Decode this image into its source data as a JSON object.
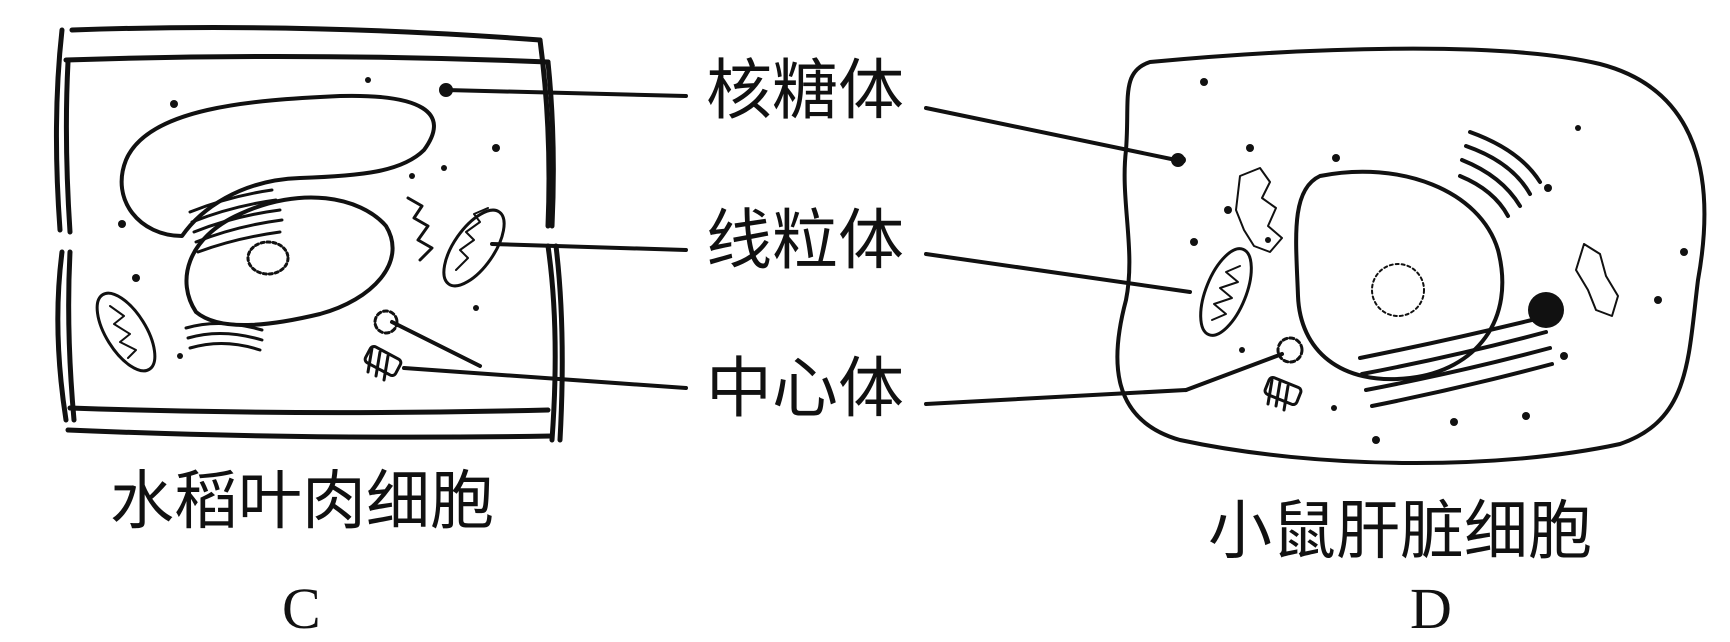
{
  "labels": {
    "ribosome": "核糖体",
    "mitochondria": "线粒体",
    "centrosome": "中心体"
  },
  "cells": {
    "c": {
      "name": "水稻叶肉细胞",
      "letter": "C"
    },
    "d": {
      "name": "小鼠肝脏细胞",
      "letter": "D"
    }
  },
  "colors": {
    "ink": "#111111",
    "background": "#ffffff"
  }
}
